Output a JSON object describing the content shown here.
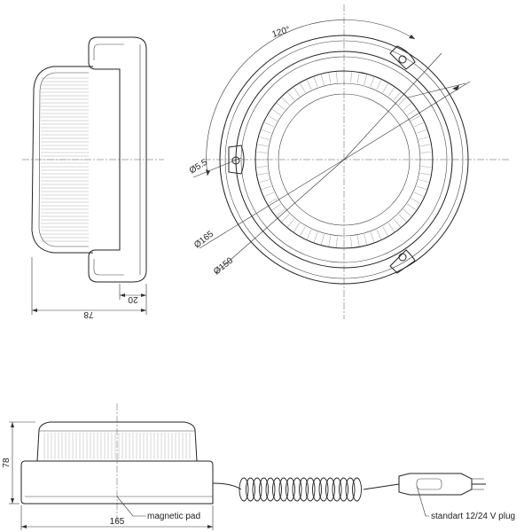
{
  "side_view": {
    "dim_height_total": "78",
    "dim_base_height": "20"
  },
  "top_view": {
    "angle_label": "120°",
    "hole_dia": "Ø5.5",
    "outer_dia": "Ø165",
    "inner_dia": "Ø150"
  },
  "front_view": {
    "dim_height": "78",
    "dim_width": "165",
    "callout_pad": "magnetic pad",
    "callout_plug": "standart 12/24 V plug"
  }
}
